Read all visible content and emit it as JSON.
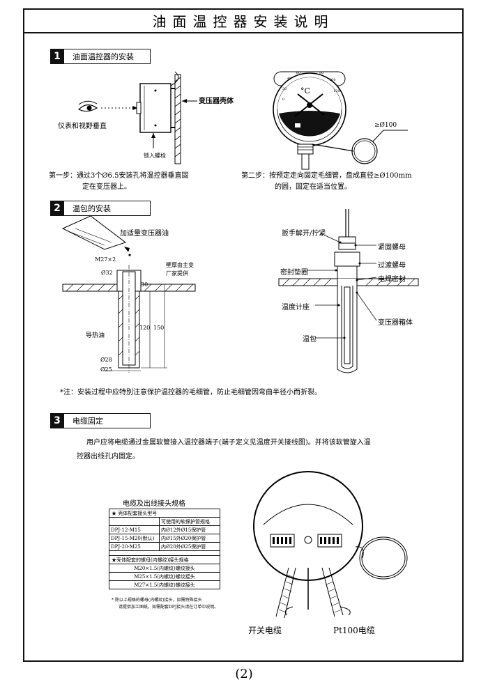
{
  "title": "油面温控器安装说明",
  "sections": [
    {
      "num": "1",
      "label": "油面温控器的安装"
    },
    {
      "num": "2",
      "label": "温包的安装"
    },
    {
      "num": "3",
      "label": "电缆固定"
    }
  ],
  "s1": {
    "eye_label": "仪表和视野垂直",
    "shell_label": "变压器壳体",
    "bolt_label": "锁入螺栓",
    "dia_label": "≥Ø100",
    "dial_unit": "°C",
    "dial_ticks": [
      "20",
      "40",
      "60",
      "80",
      "100",
      "120",
      "0"
    ],
    "step1_a": "第一步：通过3个Ø6.5安装孔将温控器垂直固",
    "step1_b": "定在变压器上。",
    "step2_a": "第二步：按预定走向固定毛细管，盘成直径≥Ø100mm",
    "step2_b": "的圆，固定在适当位置。"
  },
  "s2": {
    "oil_label": "加适量变压器油",
    "m27": "M27×2",
    "d32": "Ø32",
    "d30": "30",
    "wall_a": "壁厚由主变",
    "wall_b": "厂家提供",
    "h120": "120",
    "h150": "150",
    "heat_oil": "导热油",
    "d28": "Ø28",
    "d25": "Ø25",
    "wrench": "扳手解开/拧紧",
    "nut1": "紧固螺母",
    "nut2": "过渡螺母",
    "seal_pad": "密封垫圈",
    "weld_seal": "电焊密封",
    "seat": "温度计座",
    "tank": "变压器箱体",
    "bulb": "温包",
    "note": "*注：安装过程中应特别注意保护温控器的毛细管，防止毛细管因弯曲半径小而折裂。"
  },
  "s3": {
    "para_a": "用户应将电缆通过金属软管接入温控器端子(端子定义见温度开关接线图)。并将该软管旋入温",
    "para_b": "控器出线孔内固定。",
    "table_title": "电缆及出线接头规格",
    "t_head1": "★   壳体配套接头型号",
    "t_head2": "可使用的软保护管规格",
    "t_rows": [
      {
        "model": "DPJ-12-M15",
        "spec": "内Ø12外Ø15保护管"
      },
      {
        "model": "DPJ-15-M20(默认)",
        "spec": "内Ø15外Ø20保护管"
      },
      {
        "model": "DPJ-20-M25",
        "spec": "内Ø20外Ø25保护管"
      }
    ],
    "t_head3": "★壳体配套的螺母(内螺纹)接头规格",
    "t_nuts": [
      "M20×1.5(内螺纹)螺纹接头",
      "M25×1.5(内螺纹)螺纹接头",
      "M27×1.5(内螺纹)螺纹接头"
    ],
    "t_foot_a": "*  除以上规格的螺母(内螺纹)接头，如需特殊接头",
    "t_foot_b": "请提供加工图纸，如需配套DPJ接头请在订单中说明。",
    "switch_cable": "开关电缆",
    "pt100_cable": "Pt100电缆"
  },
  "page_number": "(2)"
}
